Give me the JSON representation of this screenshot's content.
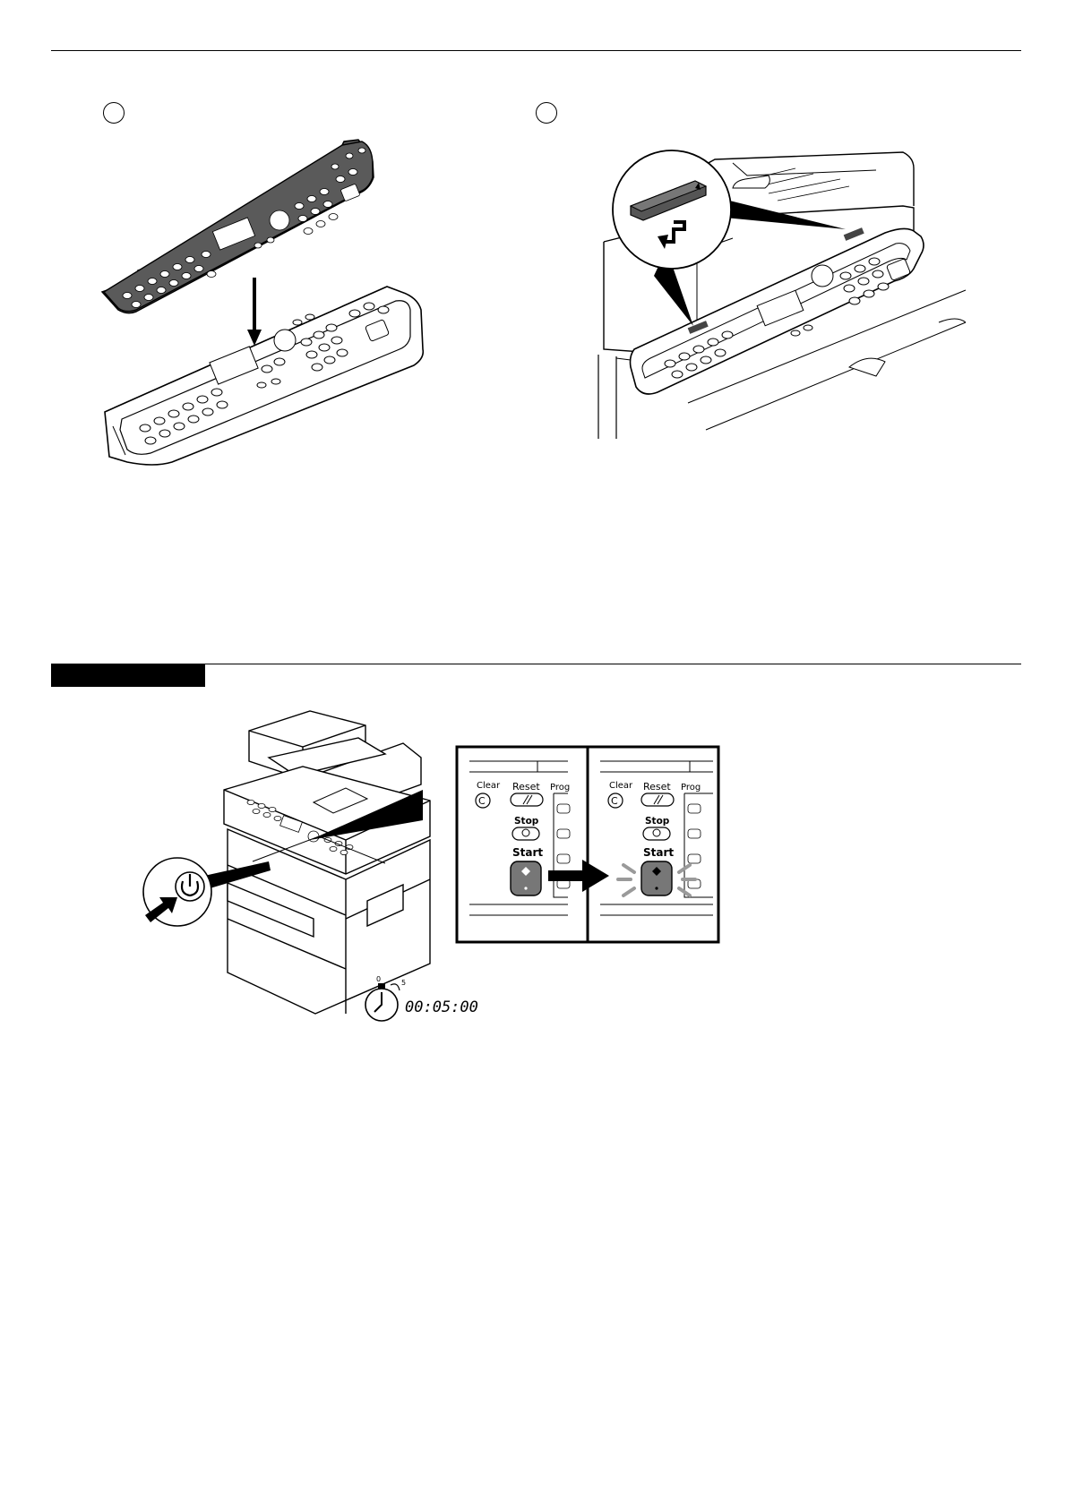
{
  "panel_detail": {
    "before": {
      "clear": "Clear",
      "clear_key": "C",
      "reset": "Reset",
      "stop": "Stop",
      "start": "Start",
      "program": "Prog"
    },
    "after": {
      "clear": "Clear",
      "clear_key": "C",
      "reset": "Reset",
      "stop": "Stop",
      "start": "Start",
      "program": "Prog"
    }
  },
  "timer": {
    "display": "00:05:00",
    "dial_top": "0",
    "dial_right": "5"
  },
  "colors": {
    "overlay_gray": "#555555",
    "start_button": "#777777",
    "flash": "#9a9a9a"
  }
}
